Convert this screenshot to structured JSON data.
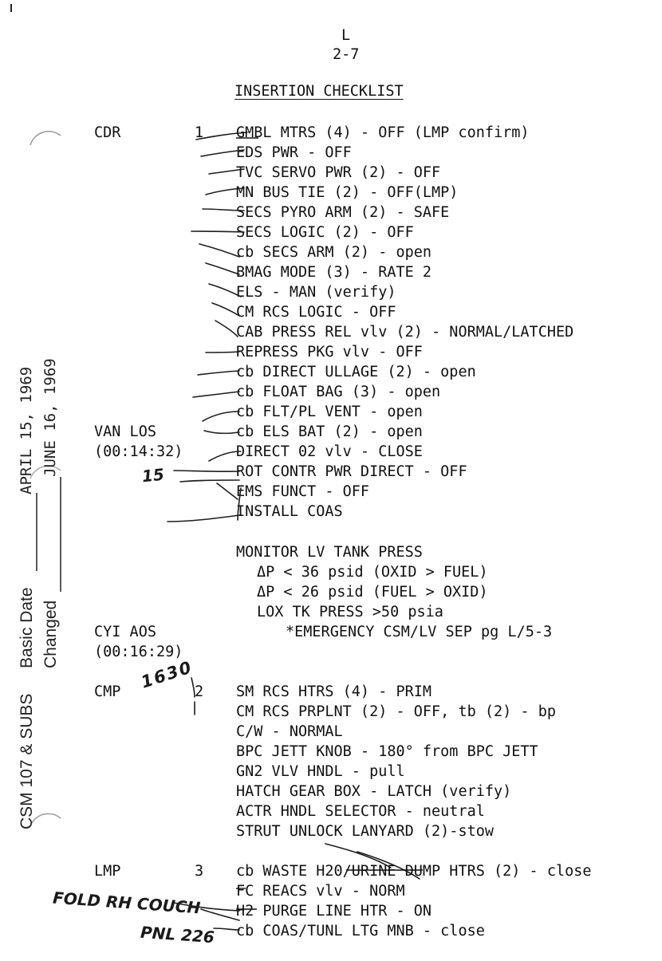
{
  "header": {
    "page_letter": "L",
    "page_number": "2-7",
    "title": "INSERTION CHECKLIST"
  },
  "margin_notes": {
    "basic_date_label": "Basic Date",
    "basic_date_value": "APRIL 15, 1969",
    "changed_label": "Changed",
    "changed_value": "JUNE 16, 1969",
    "document_id": "CSM 107 & SUBS"
  },
  "sections": {
    "cdr": {
      "role": "CDR",
      "step": "1",
      "items": [
        "GMBL MTRS (4) - OFF (LMP confirm)",
        "EDS PWR - OFF",
        "TVC SERVO PWR (2) - OFF",
        "MN BUS TIE (2) - OFF(LMP)",
        "SECS PYRO ARM (2) - SAFE",
        "SECS LOGIC (2) - OFF",
        "cb SECS ARM (2) - open",
        "BMAG MODE (3) - RATE 2",
        "ELS - MAN (verify)",
        "CM RCS LOGIC - OFF",
        "CAB PRESS REL vlv (2) - NORMAL/LATCHED",
        "REPRESS PKG vlv - OFF",
        "cb DIRECT ULLAGE (2) - open",
        "cb FLOAT BAG (3) - open",
        "cb FLT/PL VENT - open",
        "cb ELS BAT (2) - open",
        "DIRECT 02 vlv - CLOSE",
        "ROT CONTR PWR DIRECT - OFF",
        "EMS FUNCT - OFF",
        "INSTALL COAS"
      ]
    },
    "van_los": {
      "label": "VAN LOS",
      "time": "(00:14:32)"
    },
    "monitor": {
      "heading": "MONITOR LV TANK PRESS",
      "lines": [
        "ΔP < 36 psid (OXID > FUEL)",
        "ΔP < 26 psid (FUEL > OXID)",
        "LOX TK PRESS >50 psia"
      ],
      "emergency": "*EMERGENCY CSM/LV SEP pg L/5-3"
    },
    "cyi_aos": {
      "label": "CYI AOS",
      "time": "(00:16:29)"
    },
    "cmp": {
      "role": "CMP",
      "step": "2",
      "items": [
        "SM RCS HTRS (4) - PRIM",
        "CM RCS PRPLNT (2) - OFF, tb (2) - bp",
        "C/W - NORMAL",
        "BPC JETT KNOB - 180° from BPC JETT",
        "GN2 VLV HNDL - pull",
        "HATCH GEAR BOX - LATCH (verify)",
        "ACTR HNDL SELECTOR - neutral",
        "STRUT UNLOCK LANYARD (2)-stow"
      ]
    },
    "lmp": {
      "role": "LMP",
      "step": "3",
      "items": [
        "cb WASTE H20/URINE DUMP HTRS (2) - close",
        "FC REACS vlv - NORM",
        "H2 PURGE LINE HTR - ON",
        "cb COAS/TUNL LTG MNB - close"
      ]
    }
  },
  "handwritten": {
    "mark_15": "15",
    "mark_1630": "1630",
    "fold_couch": "FOLD RH COUCH",
    "panel": "PNL 226"
  }
}
